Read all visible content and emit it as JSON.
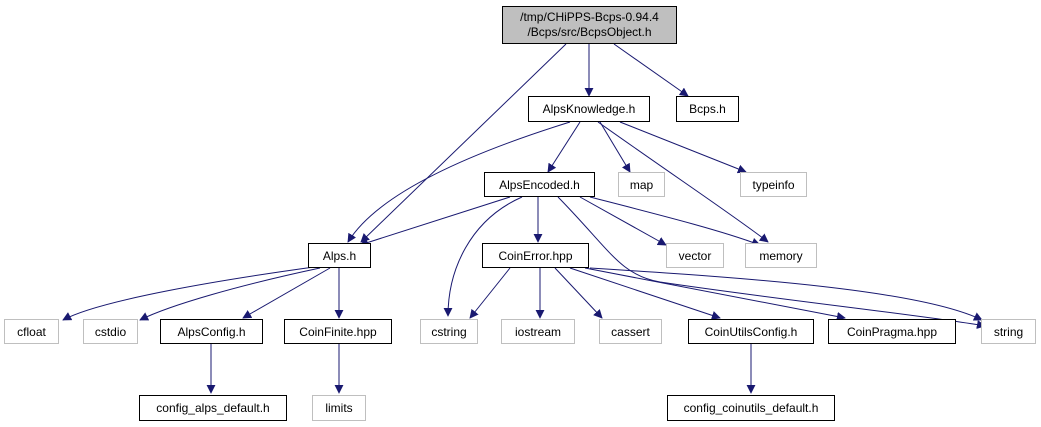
{
  "colors": {
    "edge": "#191970",
    "root_fill": "#bfbfbf",
    "system_border": "#bfbfbf",
    "local_border": "#000000"
  },
  "nodes": {
    "root": {
      "line1": "/tmp/CHiPPS-Bcps-0.94.4",
      "line2": "/Bcps/src/BcpsObject.h"
    },
    "alpsknowledge": "AlpsKnowledge.h",
    "bcps": "Bcps.h",
    "alpsencoded": "AlpsEncoded.h",
    "map": "map",
    "typeinfo": "typeinfo",
    "alps": "Alps.h",
    "coinerror": "CoinError.hpp",
    "vector": "vector",
    "memory": "memory",
    "cfloat": "cfloat",
    "cstdio": "cstdio",
    "alpsconfig": "AlpsConfig.h",
    "coinfinite": "CoinFinite.hpp",
    "cstring": "cstring",
    "iostream": "iostream",
    "cassert": "cassert",
    "coinutilsconfig": "CoinUtilsConfig.h",
    "coinpragma": "CoinPragma.hpp",
    "string": "string",
    "config_alps_default": "config_alps_default.h",
    "limits": "limits",
    "config_coinutils_default": "config_coinutils_default.h"
  }
}
